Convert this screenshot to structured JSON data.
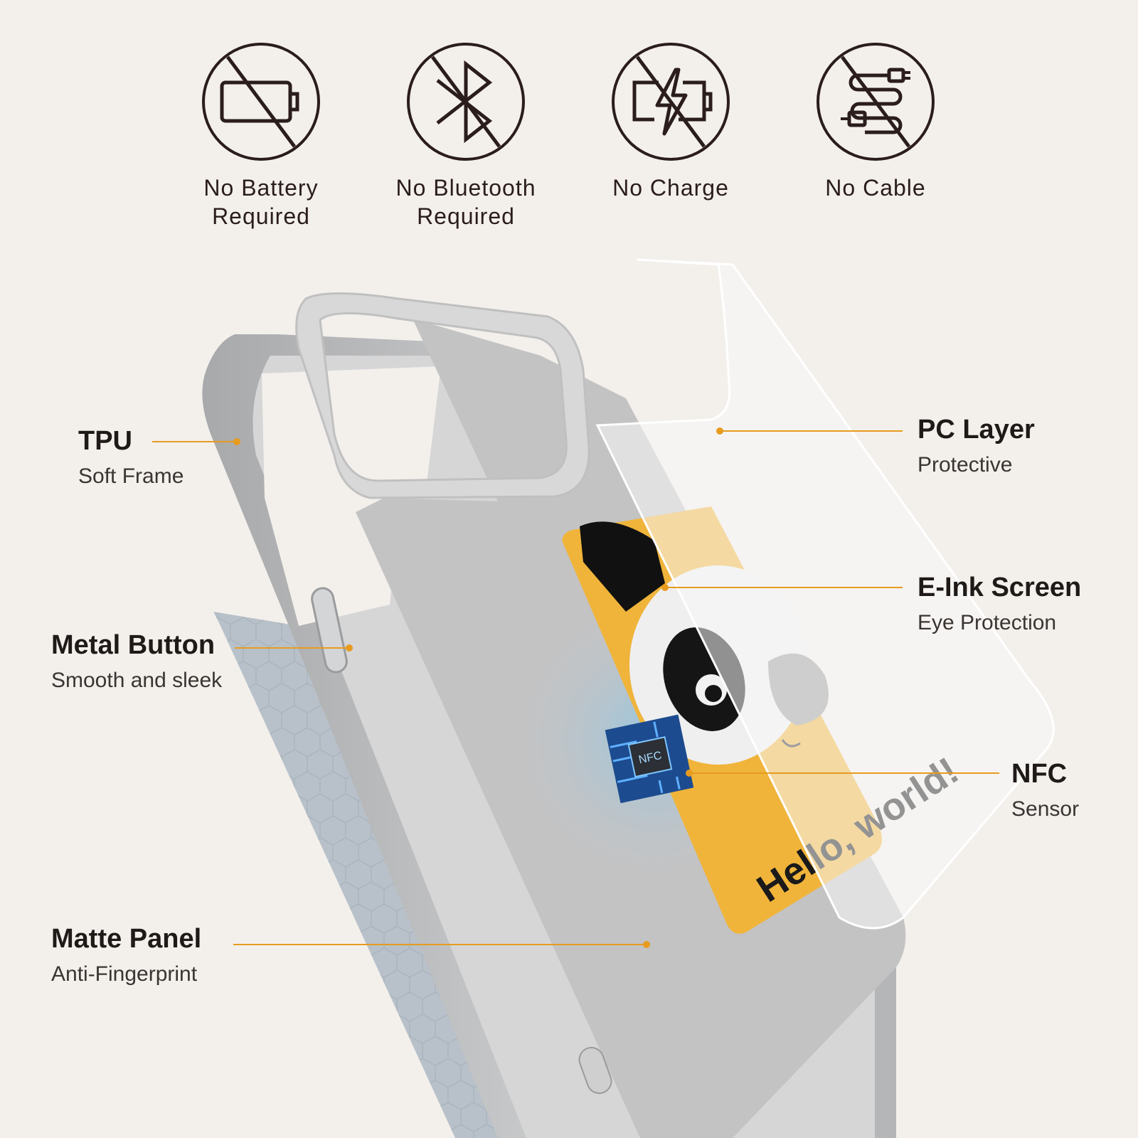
{
  "colors": {
    "background": "#f3f0ec",
    "accent": "#e79b1f",
    "icon_stroke": "#2a1d1b",
    "text": "#1f1a18"
  },
  "features": [
    {
      "icon": "no-battery-icon",
      "label": "No Battery\nRequired"
    },
    {
      "icon": "no-bluetooth-icon",
      "label": "No Bluetooth\nRequired"
    },
    {
      "icon": "no-charge-icon",
      "label": "No Charge"
    },
    {
      "icon": "no-cable-icon",
      "label": "No Cable"
    }
  ],
  "callouts": {
    "tpu": {
      "title": "TPU",
      "sub": "Soft Frame"
    },
    "metal_button": {
      "title": "Metal Button",
      "sub": "Smooth and sleek"
    },
    "matte_panel": {
      "title": "Matte Panel",
      "sub": "Anti-Fingerprint"
    },
    "pc_layer": {
      "title": "PC Layer",
      "sub": "Protective"
    },
    "eink_screen": {
      "title": "E-Ink Screen",
      "sub": "Eye Protection"
    },
    "nfc": {
      "title": "NFC",
      "sub": "Sensor"
    }
  },
  "screen_text": "Hello, world!",
  "chip_label": "NFC"
}
